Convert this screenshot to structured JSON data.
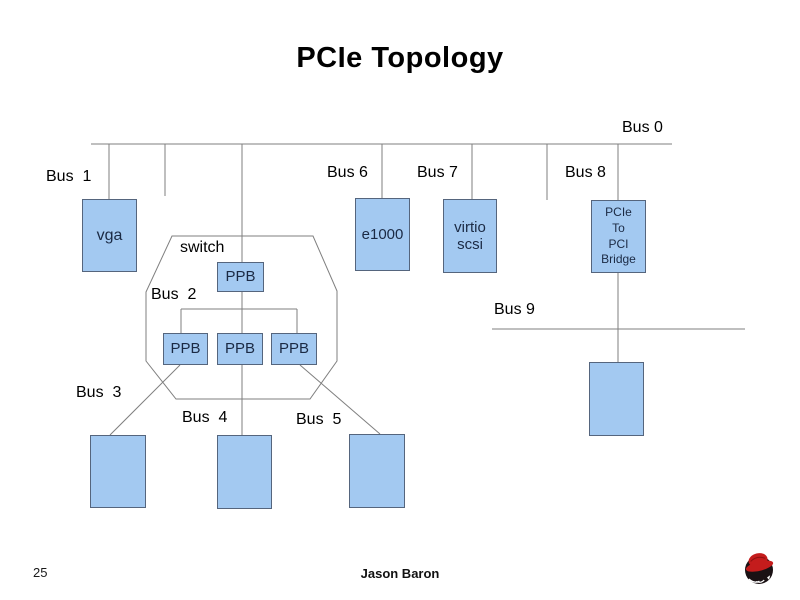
{
  "slide": {
    "title": "PCIe Topology",
    "page_number": "25",
    "author": "Jason Baron"
  },
  "diagram": {
    "switch_label": "switch",
    "bus_labels": {
      "bus0": "Bus 0",
      "bus1": "Bus  1",
      "bus2": "Bus  2",
      "bus3": "Bus  3",
      "bus4": "Bus  4",
      "bus5": "Bus  5",
      "bus6": "Bus 6",
      "bus7": "Bus 7",
      "bus8": "Bus 8",
      "bus9": "Bus 9"
    },
    "devices": {
      "vga": "vga",
      "e1000": "e1000",
      "virtio_scsi": "virtio\nscsi",
      "pcie_pci_bridge": "PCIe\nTo\nPCI\nBridge",
      "ppb": "PPB"
    }
  },
  "icons": {
    "red_hat_logo": "red-hat-shadowman-logo"
  },
  "colors": {
    "device_box_fill": "#a3c9f1",
    "device_box_border": "#55657d",
    "connector_line": "#7f7f7f",
    "text": "#000000",
    "device_text": "#1b2a44",
    "logo_red": "#c41c1c",
    "logo_black": "#1a1114"
  }
}
